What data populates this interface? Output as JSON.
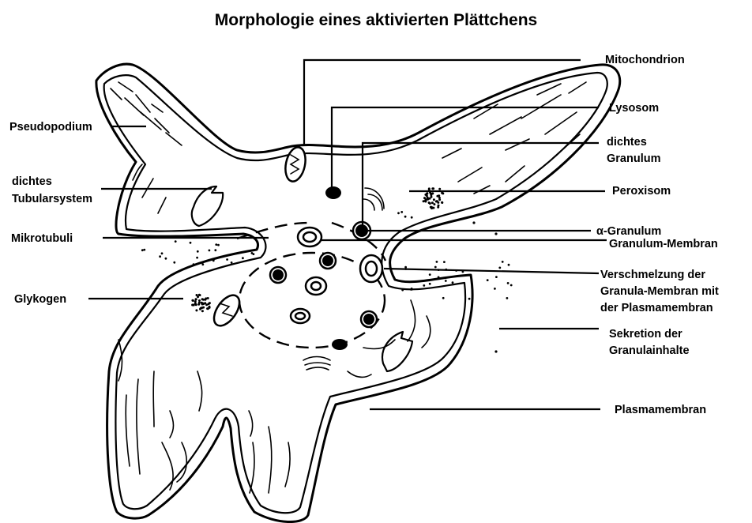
{
  "title": "Morphologie eines aktivierten Plättchens",
  "labels": {
    "mitochondrion": "Mitochondrion",
    "lysosom": "Lysosom",
    "dense_granule": [
      "dichtes",
      "Granulum"
    ],
    "peroxisom": "Peroxisom",
    "alpha_granule": "α-Granulum",
    "granule_membrane": "Granulum-Membran",
    "fusion": [
      "Verschmelzung der",
      "Granula-Membran mit",
      "der Plasmamembran"
    ],
    "secretion": [
      "Sekretion der",
      "Granulainhalte"
    ],
    "plasma_membrane": "Plasmamembran",
    "pseudopodium": "Pseudopodium",
    "dense_tubular": [
      "dichtes",
      "Tubularsystem"
    ],
    "microtubules": "Mikrotubuli",
    "glycogen": "Glykogen"
  }
}
